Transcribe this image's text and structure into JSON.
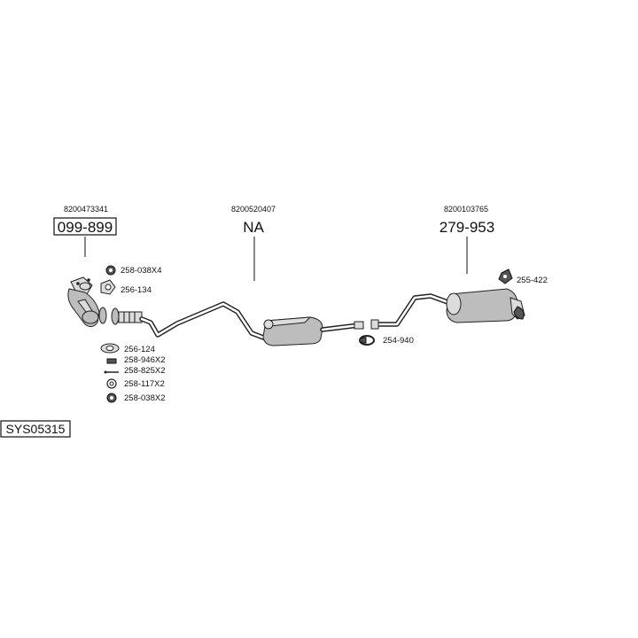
{
  "system_code": "SYS05315",
  "groups": [
    {
      "oem": "8200473341",
      "part": "099-899",
      "boxed": true
    },
    {
      "oem": "8200520407",
      "part": "NA",
      "boxed": false
    },
    {
      "oem": "8200103765",
      "part": "279-953",
      "boxed": false
    }
  ],
  "small_parts": [
    {
      "label": "258-038X4",
      "icon": "gasket-ring-icon"
    },
    {
      "label": "256-134",
      "icon": "flange-gasket-icon"
    },
    {
      "label": "256-124",
      "icon": "oval-gasket-icon"
    },
    {
      "label": "258-946X2",
      "icon": "bolt-icon"
    },
    {
      "label": "258-825X2",
      "icon": "stud-icon"
    },
    {
      "label": "258-117X2",
      "icon": "washer-icon"
    },
    {
      "label": "258-038X2",
      "icon": "nut-ring-icon"
    },
    {
      "label": "254-940",
      "icon": "clamp-icon"
    },
    {
      "label": "255-422",
      "icon": "rubber-mount-icon"
    }
  ]
}
